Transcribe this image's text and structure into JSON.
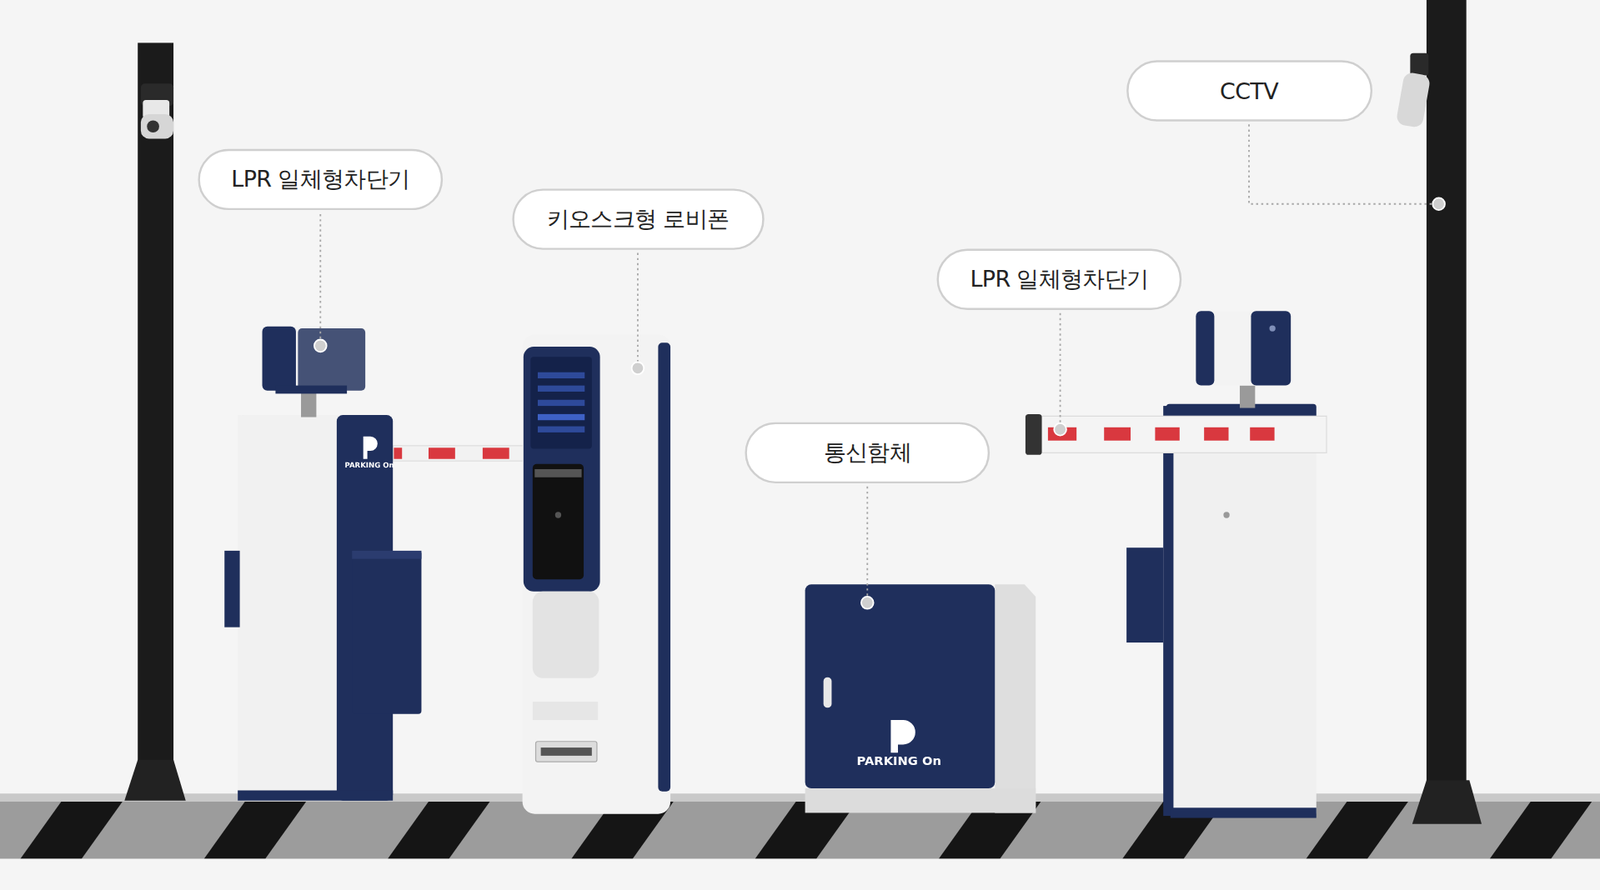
{
  "diagram": {
    "nodes": [
      {
        "text": [
          "LPR 일체형차단기"
        ]
      },
      {
        "text": [
          "키오스크형 로비폰"
        ]
      },
      {
        "text": [
          "CCTV"
        ]
      },
      {
        "text": [
          "LPR 일체형차단기"
        ]
      },
      {
        "text": [
          "통신함체"
        ]
      }
    ],
    "labels": [
      "PARKING On",
      "PARKING On"
    ]
  }
}
